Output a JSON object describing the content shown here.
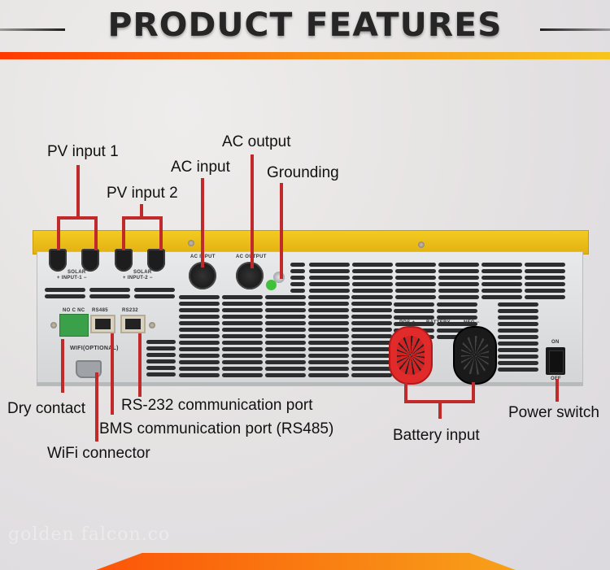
{
  "header": {
    "title": "PRODUCT FEATURES"
  },
  "labels": {
    "pv_input_1": "PV input 1",
    "pv_input_2": "PV input 2",
    "ac_input": "AC input",
    "ac_output": "AC output",
    "grounding": "Grounding",
    "dry_contact": "Dry contact",
    "rs232_port": "RS-232 communication port",
    "bms_port": "BMS communication port (RS485)",
    "wifi_connector": "WiFi connector",
    "battery_input": "Battery input",
    "power_switch": "Power switch"
  },
  "panel_markings": {
    "solar_input_1": "SOLAR",
    "solar_input_1_sub": "+  INPUT-1  −",
    "solar_input_2": "SOLAR",
    "solar_input_2_sub": "+  INPUT-2  −",
    "ac_input": "AC INPUT",
    "ac_output": "AC OUTPUT",
    "no_c_nc": "NO C NC",
    "rs485": "RS485",
    "rs232": "RS232",
    "wifi": "WIFI(OPTIONAL)",
    "pos": "POS +",
    "battery": "BATTERY",
    "neg": "NEG −",
    "on": "ON",
    "off": "OFF"
  },
  "watermark": "golden falcon.co",
  "colors": {
    "accent_red": "#c02a2a",
    "chassis_yellow": "#ecbd1a",
    "bar_start": "#ff3a00",
    "bar_end": "#f7c51c"
  }
}
